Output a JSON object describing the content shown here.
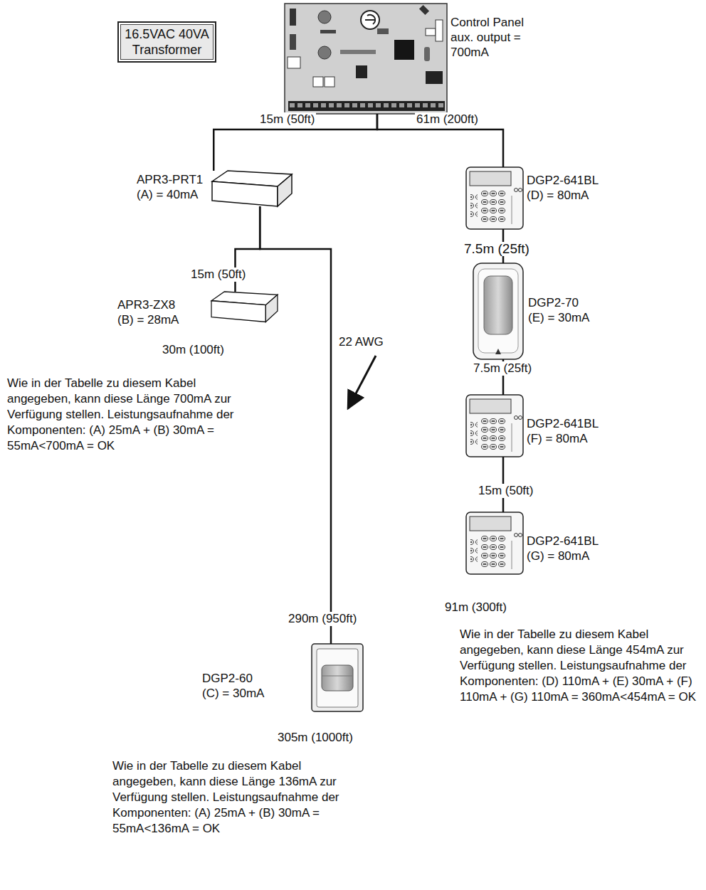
{
  "diagram": {
    "nodes": [
      {
        "text": [
          "16.5VAC 40VA Transformer"
        ]
      },
      {
        "text": [
          "Control Panel aux. output = 700mA"
        ]
      },
      {
        "text": [
          "APR3-PRT1 (A) = 40mA"
        ]
      },
      {
        "text": [
          "APR3-ZX8 (B) = 28mA"
        ]
      },
      {
        "text": [
          "DGP2-60 (C) = 30mA"
        ]
      },
      {
        "text": [
          "DGP2-641BL (D) = 80mA"
        ]
      },
      {
        "text": [
          "DGP2-70 (E) = 30mA"
        ]
      },
      {
        "text": [
          "DGP2-641BL (F) = 80mA"
        ]
      },
      {
        "text": [
          "DGP2-641BL (G) = 80mA"
        ]
      }
    ],
    "edges": [
      {
        "from": 1,
        "to": 2,
        "arrow": "none",
        "label": "15m (50ft)"
      },
      {
        "from": 1,
        "to": 5,
        "arrow": "none",
        "label": "61m (200ft)"
      },
      {
        "from": 2,
        "to": 3,
        "arrow": "none",
        "label": "15m (50ft)"
      },
      {
        "from": 2,
        "to": 4,
        "arrow": "none",
        "label": "290m (950ft)"
      },
      {
        "from": 5,
        "to": 6,
        "arrow": "none",
        "label": "7.5m (25ft)"
      },
      {
        "from": 6,
        "to": 7,
        "arrow": "none",
        "label": "7.5m (25ft)"
      },
      {
        "from": 7,
        "to": 8,
        "arrow": "none",
        "label": "15m (50ft)"
      }
    ],
    "labels": [
      "30m (100ft)",
      "22 AWG",
      "Wie in der Tabelle zu diesem Kabel angegeben, kann diese Länge 700mA zur Verfügung stellen. Leistungsaufnahme der Komponenten: (A) 25mA + (B) 30mA = 55mA<700mA = OK",
      "305m (1000ft)",
      "Wie in der Tabelle zu diesem Kabel angegeben, kann diese Länge 136mA zur Verfügung stellen. Leistungsaufnahme der Komponenten: (A) 25mA + (B) 30mA = 55mA<136mA = OK",
      "91m (300ft)",
      "Wie in der Tabelle zu diesem Kabel angegeben, kann diese Länge 454mA zur Verfügung stellen. Leistungsaufnahme der Komponenten: (D) 110mA + (E) 30mA + (F) 110mA + (G) 110mA = 360mA<454mA = OK"
    ]
  }
}
